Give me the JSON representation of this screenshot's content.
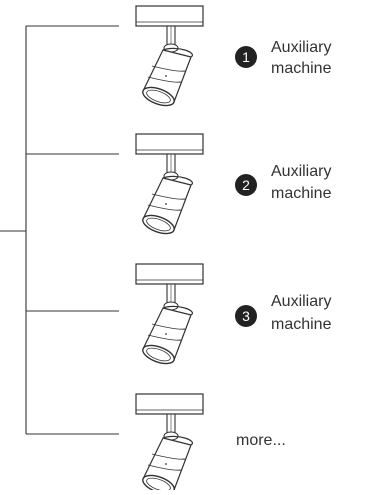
{
  "units": [
    {
      "badge": "1",
      "label_line1": "Auxiliary",
      "label_line2": "machine"
    },
    {
      "badge": "2",
      "label_line1": "Auxiliary",
      "label_line2": "machine"
    },
    {
      "badge": "3",
      "label_line1": "Auxiliary",
      "label_line2": "machine"
    }
  ],
  "more_label": "more...",
  "colors": {
    "line": "#333333",
    "badge_fill": "#222222",
    "badge_text": "#ffffff",
    "label": "#333333"
  },
  "icons": {
    "fixture": "track-spotlight-icon",
    "connector": "branch-connector-lines"
  }
}
